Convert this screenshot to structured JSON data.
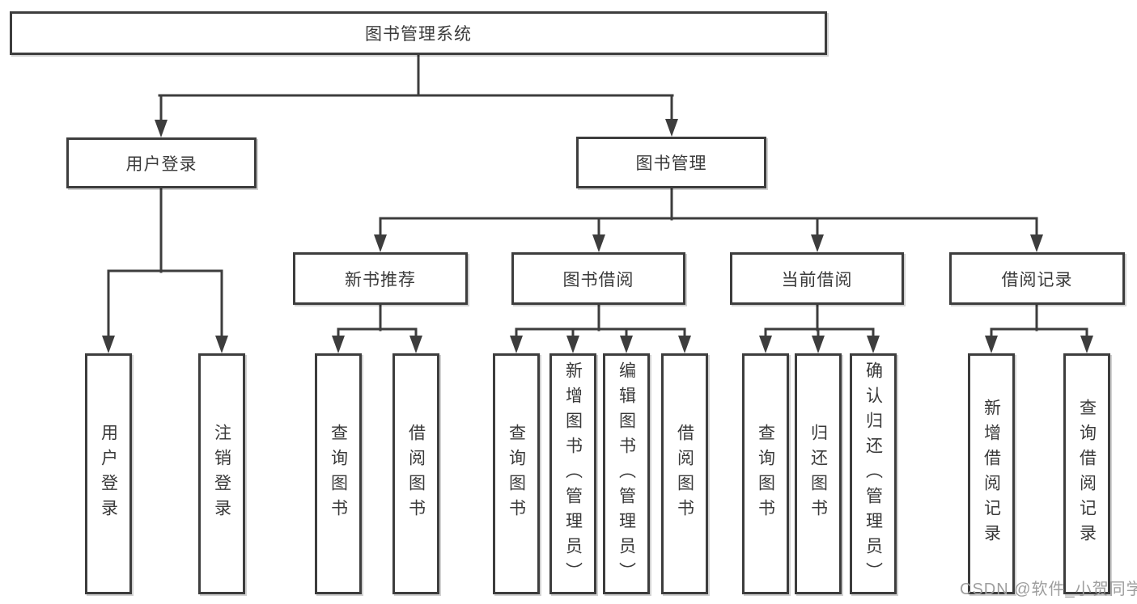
{
  "diagram": {
    "type": "hierarchy-tree",
    "tree": {
      "root": {
        "label": "图书管理系统"
      },
      "branches": [
        {
          "label": "用户登录",
          "children": [
            {
              "label": "用户登录"
            },
            {
              "label": "注销登录"
            }
          ]
        },
        {
          "label": "图书管理",
          "children": [
            {
              "label": "新书推荐",
              "children": [
                {
                  "label": "查询图书"
                },
                {
                  "label": "借阅图书"
                }
              ]
            },
            {
              "label": "图书借阅",
              "children": [
                {
                  "label": "查询图书"
                },
                {
                  "label": "新增图书（管理员）"
                },
                {
                  "label": "编辑图书（管理员）"
                },
                {
                  "label": "借阅图书"
                }
              ]
            },
            {
              "label": "当前借阅",
              "children": [
                {
                  "label": "查询图书"
                },
                {
                  "label": "归还图书"
                },
                {
                  "label": "确认归还（管理员）"
                }
              ]
            },
            {
              "label": "借阅记录",
              "children": [
                {
                  "label": "新增借阅记录"
                },
                {
                  "label": "查询借阅记录"
                }
              ]
            }
          ]
        }
      ]
    },
    "colors": {
      "line": "#3d3d3d",
      "box_border": "#3d3d3d",
      "text": "#3a3a3a",
      "background": "#ffffff",
      "watermark": "#9e9e9e"
    }
  },
  "watermark": "CSDN @软件_小贺同学"
}
